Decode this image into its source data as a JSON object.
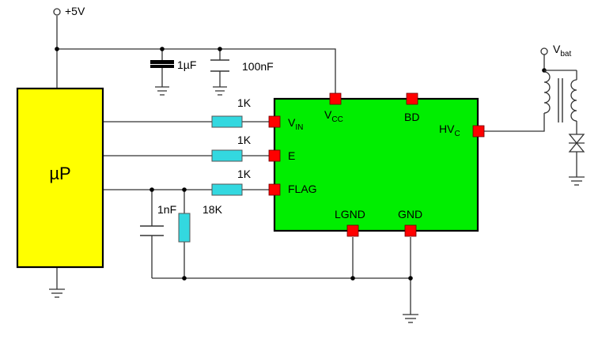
{
  "colors": {
    "ic_fill": "#00ee00",
    "uc_fill": "#ffff00",
    "pin": "#ff0000",
    "resistor": "#33d8e0",
    "wire": "#333333"
  },
  "supply": {
    "label": "+5V"
  },
  "battery": {
    "label_main": "V",
    "label_sub": "bat"
  },
  "capacitors": {
    "c1_label": "1µF",
    "c2_label": "100nF",
    "c3_label": "1nF"
  },
  "resistors": {
    "r_vin": "1K",
    "r_e": "1K",
    "r_flag": "1K",
    "r_pull": "18K"
  },
  "micro": {
    "label": "µP"
  },
  "ic": {
    "vin_main": "V",
    "vin_sub": "IN",
    "e": "E",
    "flag": "FLAG",
    "vcc_main": "V",
    "vcc_sub": "CC",
    "bd": "BD",
    "hvc_main": "HV",
    "hvc_sub": "C",
    "lgnd": "LGND",
    "gnd": "GND"
  }
}
